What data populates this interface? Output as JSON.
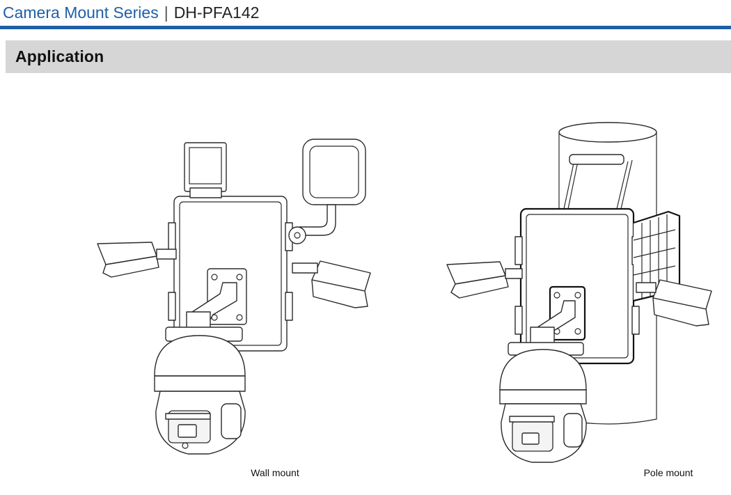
{
  "header": {
    "series": "Camera Mount Series",
    "separator": "|",
    "model": "DH-PFA142"
  },
  "section": {
    "title": "Application"
  },
  "figures": [
    {
      "caption": "Wall mount"
    },
    {
      "caption": "Pole mount"
    }
  ],
  "colors": {
    "brand_blue": "#1f5fa8",
    "section_bar": "#d6d6d6"
  }
}
